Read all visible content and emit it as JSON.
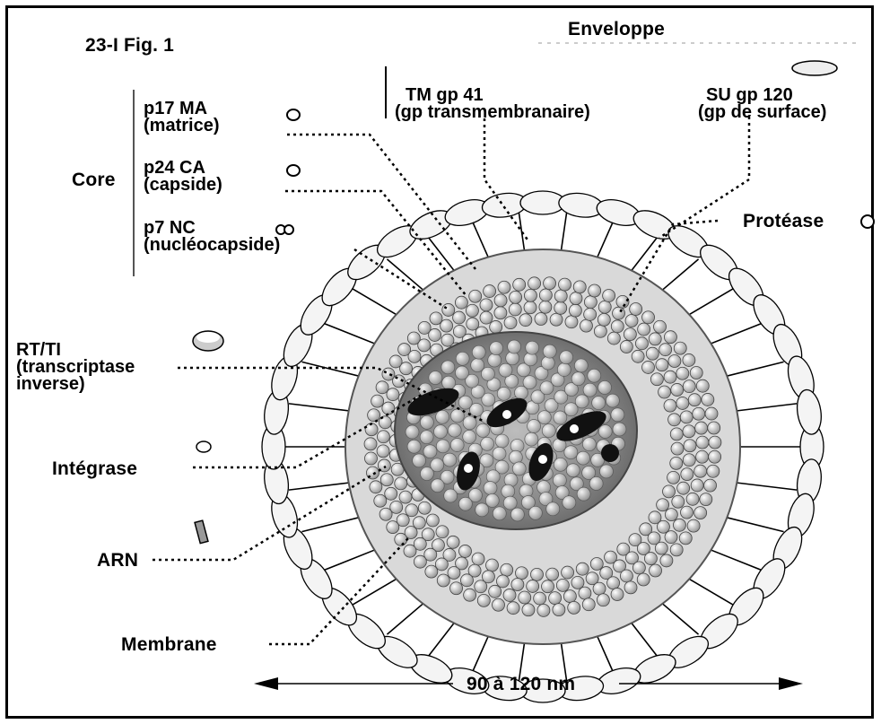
{
  "figure_label": "23-I Fig. 1",
  "envelope": {
    "title": "Enveloppe",
    "tm": {
      "name": "TM gp 41",
      "desc": "(gp transmembranaire)"
    },
    "su": {
      "name": "SU gp 120",
      "desc": "(gp de surface)"
    }
  },
  "core": {
    "title": "Core",
    "items": [
      {
        "name": "p17 MA",
        "desc": "(matrice)"
      },
      {
        "name": "p24 CA",
        "desc": "(capside)"
      },
      {
        "name": "p7 NC",
        "desc": "(nucléocapside)"
      }
    ]
  },
  "protease": "Protéase",
  "rt": {
    "name": "RT/TI",
    "desc1": "(transcriptase",
    "desc2": "inverse)"
  },
  "integrase": "Intégrase",
  "arn": "ARN",
  "membrane": "Membrane",
  "scale": "90 à 120 nm"
}
